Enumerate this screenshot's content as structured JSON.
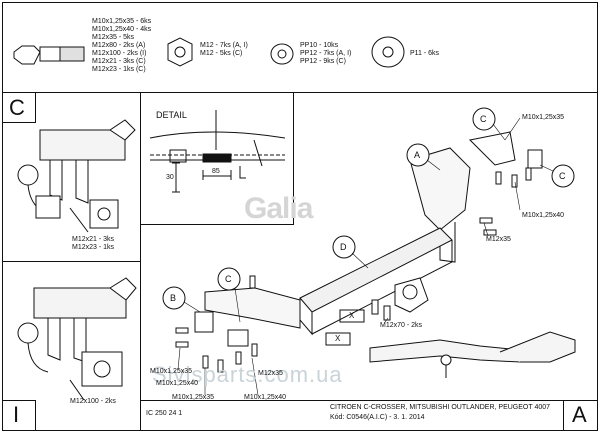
{
  "hardware": {
    "bolt_list": [
      "M10x1,25x35 - 6ks",
      "M10x1,25x40 - 4ks",
      "M12x35 - 5ks",
      "M12x80 - 2ks (A)",
      "M12x100 - 2ks (I)",
      "M12x21 - 3ks (C)",
      "M12x23 - 1ks (C)"
    ],
    "nut_list": [
      "M12 - 7ks (A, I)",
      "M12 - 5ks (C)"
    ],
    "washer_list": [
      "PP10 - 10ks",
      "PP12 - 7ks (A, I)",
      "PP12 - 9ks (C)"
    ],
    "plate_washer": "P11 - 6ks"
  },
  "panels": {
    "c_label": "C",
    "i_label": "I",
    "a_label": "A",
    "c_bolts": [
      "M12x21 - 3ks",
      "M12x23 - 1ks"
    ],
    "i_bolts": "M12x100 - 2ks"
  },
  "detail": {
    "title": "DETAIL",
    "dim_vertical": "30",
    "dim_horizontal": "85"
  },
  "logo": "Galia",
  "watermark": "Sivisparts.com.ua",
  "callouts": {
    "a": "A",
    "b": "B",
    "c": "C",
    "d": "D",
    "x": "X"
  },
  "labels": {
    "m10_35_top": "M10x1,25x35",
    "m10_40_right": "M10x1,25x40",
    "m12x35_mid": "M12x35",
    "m12x70": "M12x70 - 2ks",
    "m10_35_left": "M10x1,25x35",
    "m10_40_left": "M10x1,25x40",
    "m12x35_bottom": "M12x35",
    "m10_35_bottom": "M10x1,25x35",
    "m10_40_bottom": "M10x1,25x40"
  },
  "footer": {
    "code": "IC 250 24 1",
    "vehicle": "CITROEN C-CROSSER, MITSUBISHI OUTLANDER, PEUGEOT 4007",
    "kod": "Kód: C0546(A.I.C) - 3. 1. 2014"
  }
}
